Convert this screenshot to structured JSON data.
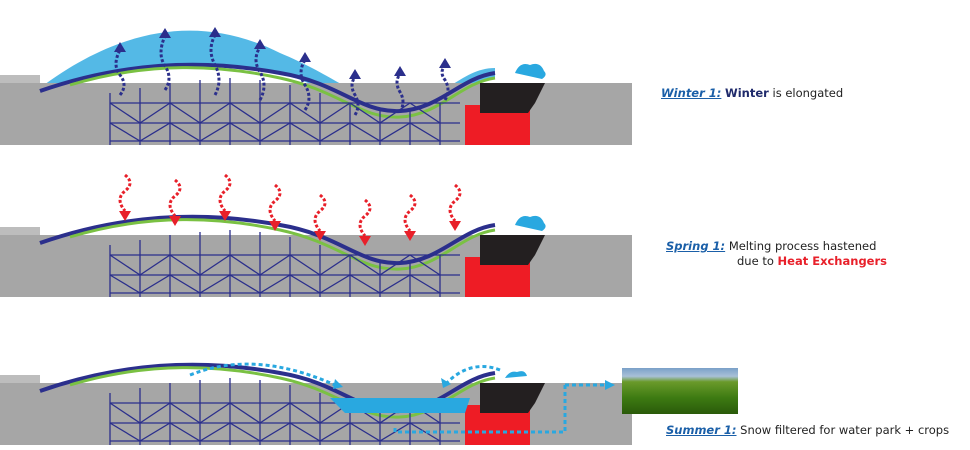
{
  "panels": [
    {
      "season": "Winter 1:",
      "text_parts": [
        "",
        "Winter",
        " is elongated"
      ],
      "line2": ""
    },
    {
      "season": "Spring 1:",
      "text_parts": [
        "Melting process hastened"
      ],
      "line2_prefix": "due to ",
      "line2_highlight": "Heat Exchangers"
    },
    {
      "season": "Summer 1:",
      "text_parts": [
        "Snow filtered for water park + crops"
      ]
    }
  ],
  "colors": {
    "ground": "#a6a6a6",
    "structure": "#2b2f8c",
    "roof": "#7ac143",
    "snow": "#29a8e0",
    "heat": "#e8202a",
    "building_red": "#ee1c25",
    "building_black": "#231f20"
  }
}
